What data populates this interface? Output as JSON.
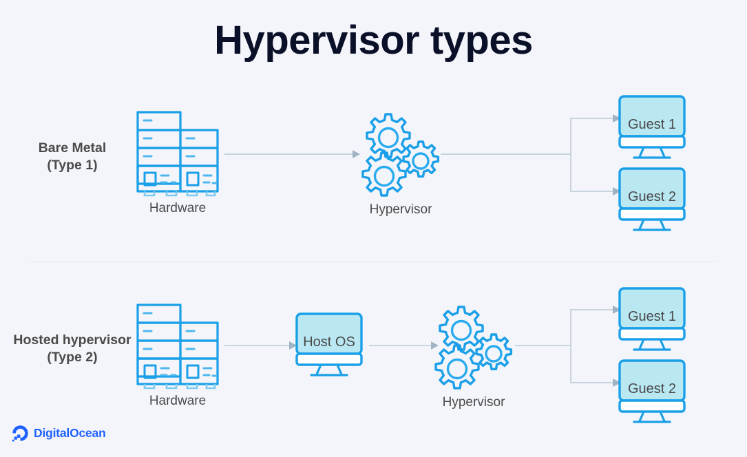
{
  "page": {
    "title": "Hypervisor types",
    "background_color": "#f4f5fa",
    "title_color": "#0b1029",
    "accent_blue": "#1aa0e8",
    "screen_fill": "#b9e7f2",
    "connector_color": "#c7d4de",
    "label_color": "#4a4a4a",
    "brand_blue": "#1f62ff"
  },
  "rows": [
    {
      "label_line1": "Bare Metal",
      "label_line2": "(Type 1)",
      "nodes": [
        {
          "caption": "Hardware",
          "icon": "server-racks-icon"
        },
        {
          "caption": "Hypervisor",
          "icon": "gears-icon"
        }
      ],
      "guests": [
        {
          "label": "Guest 1",
          "icon": "monitor-icon"
        },
        {
          "label": "Guest 2",
          "icon": "monitor-icon"
        }
      ]
    },
    {
      "label_line1": "Hosted hypervisor",
      "label_line2": "(Type 2)",
      "nodes": [
        {
          "caption": "Hardware",
          "icon": "server-racks-icon"
        },
        {
          "caption": "",
          "icon": "monitor-icon",
          "label": "Host OS"
        },
        {
          "caption": "Hypervisor",
          "icon": "gears-icon"
        }
      ],
      "guests": [
        {
          "label": "Guest 1",
          "icon": "monitor-icon"
        },
        {
          "label": "Guest 2",
          "icon": "monitor-icon"
        }
      ]
    }
  ],
  "logo": {
    "text": "DigitalOcean",
    "mark": "digitalocean-logo-icon"
  }
}
